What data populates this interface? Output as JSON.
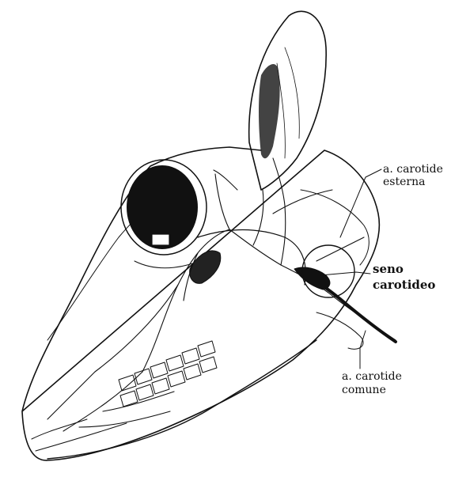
{
  "labels": {
    "external_carotid": [
      "a. carotide",
      "esterna"
    ],
    "carotid_sinus": [
      "seno",
      "carotideo"
    ],
    "common_carotid": [
      "a. carotide",
      "comune"
    ]
  },
  "colors": {
    "ink": "#111111",
    "background": "#ffffff"
  }
}
